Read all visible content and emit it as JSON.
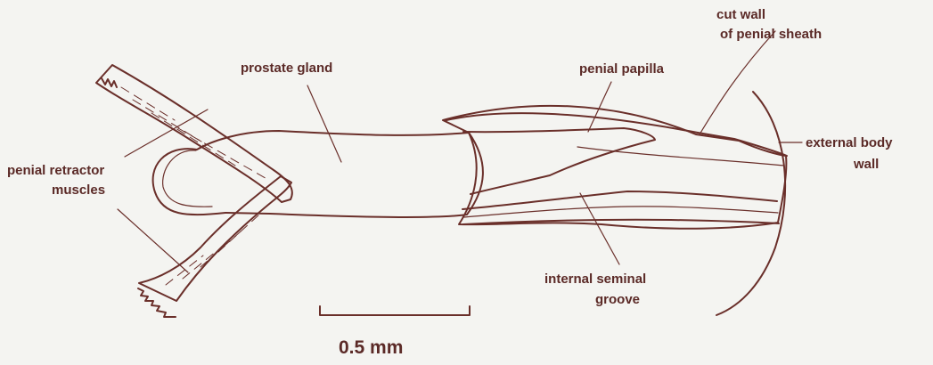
{
  "labels": {
    "cut_wall": [
      "cut wall",
      "of penial sheath"
    ],
    "penial_papilla": "penial papilla",
    "prostate_gland": "prostate gland",
    "external_body_wall": [
      "external body",
      "wall"
    ],
    "penial_retractor_muscles": [
      "penial retractor",
      "muscles"
    ],
    "internal_seminal_groove": [
      "internal seminal",
      "groove"
    ]
  },
  "scale_bar": {
    "label": "0.5 mm"
  },
  "colors": {
    "ink": "#6a2f2a",
    "background": "#f4f4f1",
    "stipple": "#8b4b43"
  }
}
